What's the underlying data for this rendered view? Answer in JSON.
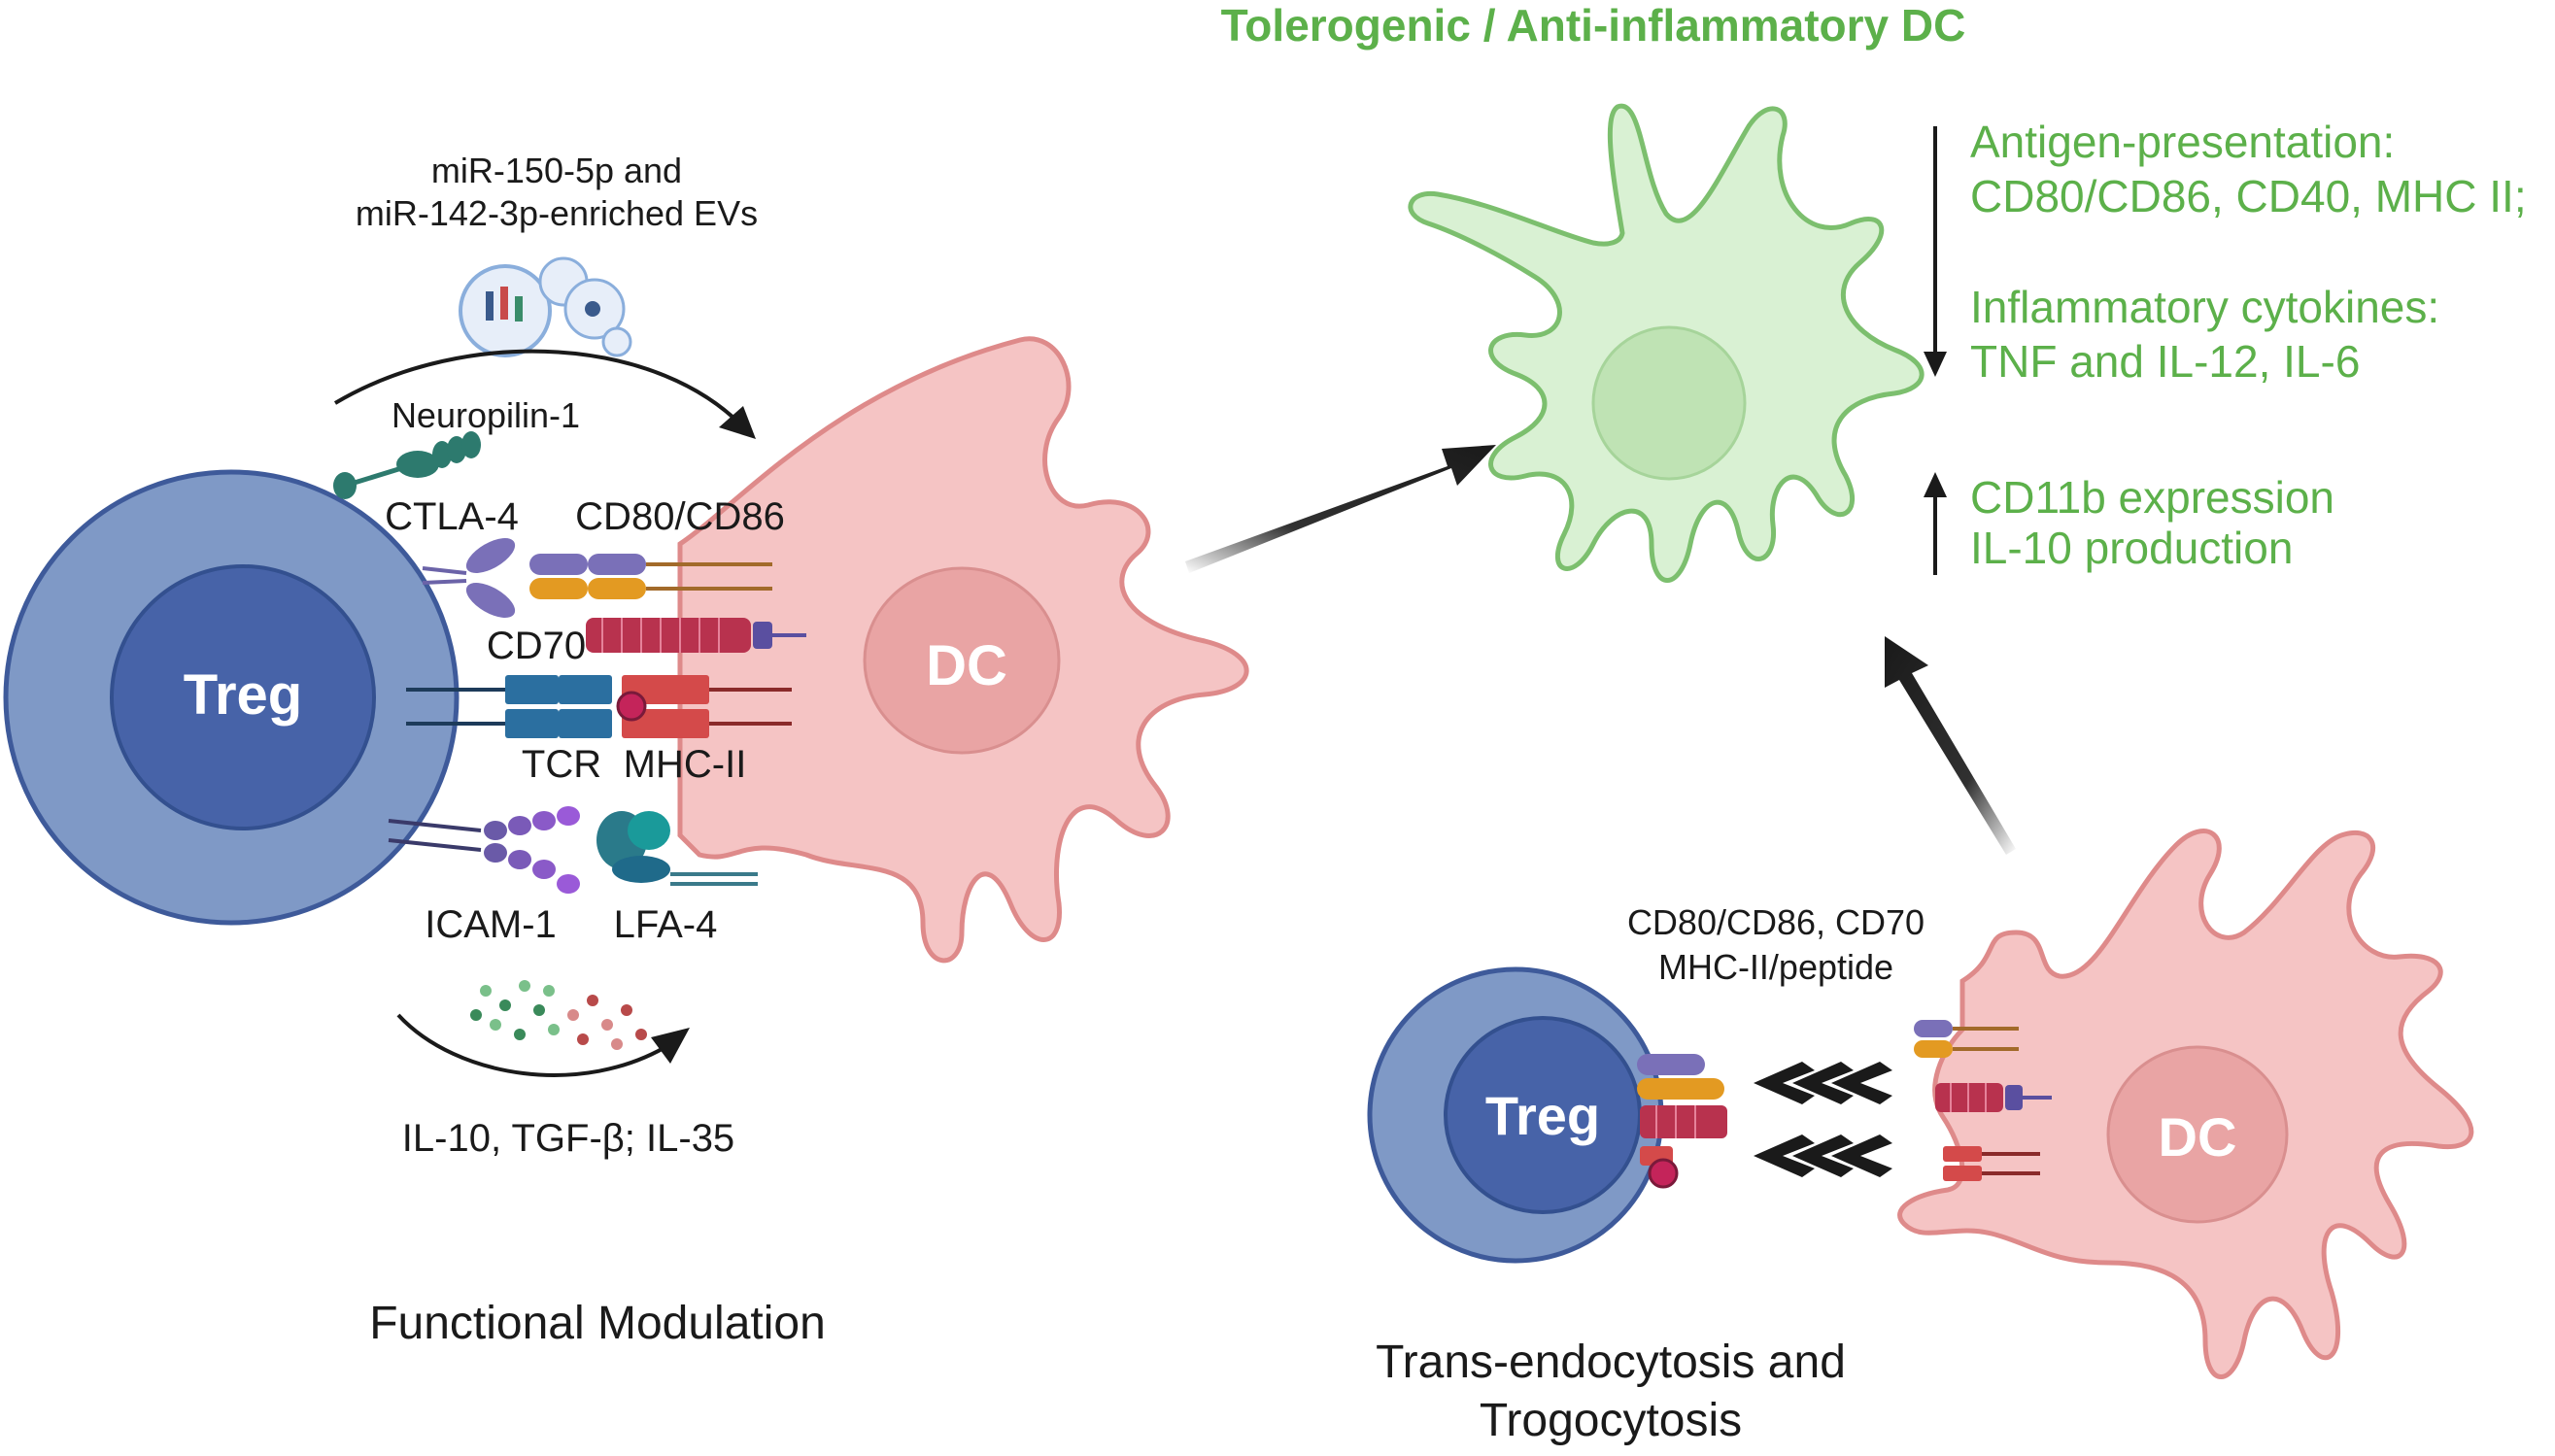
{
  "title": "Tolerogenic / Anti-inflammatory DC",
  "left_panel": {
    "treg_label": "Treg",
    "dc_label": "DC",
    "ev_label_line1": "miR-150-5p and",
    "ev_label_line2": "miR-142-3p-enriched EVs",
    "neuropilin": "Neuropilin-1",
    "ctla4": "CTLA-4",
    "cd80_cd86": "CD80/CD86",
    "cd70": "CD70",
    "tcr": "TCR",
    "mhc": "MHC-II",
    "icam": "ICAM-1",
    "lfa": "LFA-4",
    "cytokines": "IL-10, TGF-β; IL-35",
    "caption": "Functional Modulation"
  },
  "right_panel": {
    "down_line1": "Antigen-presentation:",
    "down_line2": "CD80/CD86, CD40, MHC II;",
    "down_line3": "Inflammatory cytokines:",
    "down_line4": "TNF and IL-12, IL-6",
    "up_line1": "CD11b expression",
    "up_line2": "IL-10 production"
  },
  "bottom_panel": {
    "treg_label": "Treg",
    "dc_label": "DC",
    "molecules_line1": "CD80/CD86, CD70",
    "molecules_line2": "MHC-II/peptide",
    "caption_line1": "Trans-endocytosis and",
    "caption_line2": "Trogocytosis"
  },
  "colors": {
    "treg_outer": "#7f99c6",
    "treg_inner": "#4763a8",
    "dc_pink": "#f5c4c4",
    "dc_nucleus": "#e9a4a4",
    "tol_dc": "#d9f1d3",
    "tol_dc_nucleus": "#bfe3b4",
    "accent_green": "#5cb04a"
  }
}
